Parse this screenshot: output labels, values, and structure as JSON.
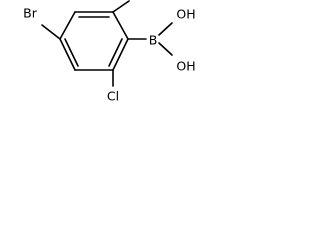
{
  "molecule": {
    "atoms": {
      "bromine": "Br",
      "boron": "B",
      "hydroxyl_top": "OH",
      "hydroxyl_bottom": "OH",
      "chlorine": "Cl"
    }
  }
}
